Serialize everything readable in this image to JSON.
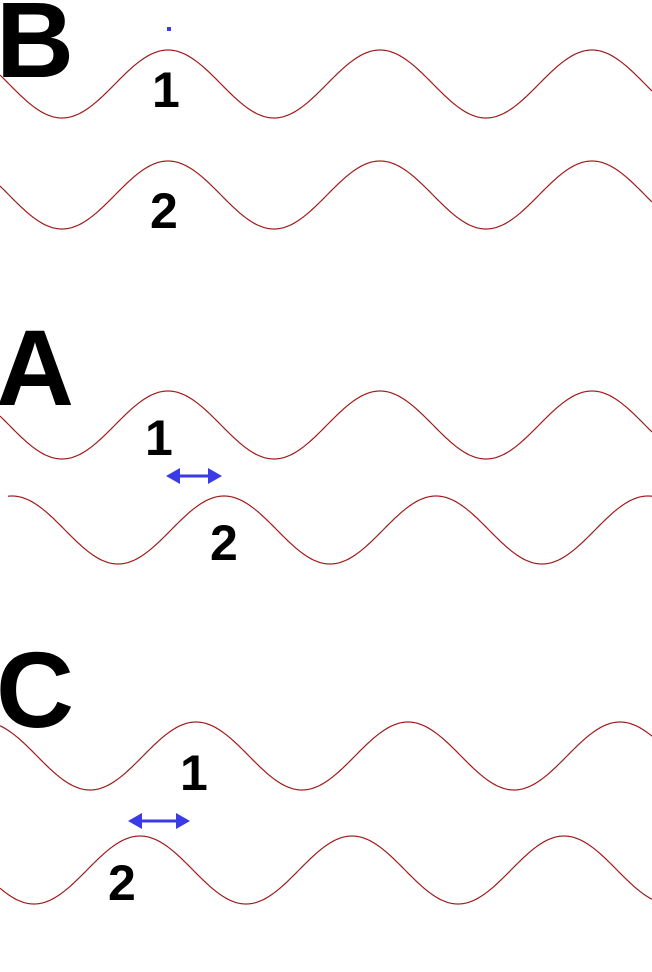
{
  "colors": {
    "wave": "#a01a1a",
    "arrow": "#3a3ae6",
    "text": "#000000"
  },
  "panels": [
    {
      "letter": "B",
      "waves": [
        {
          "label": "1"
        },
        {
          "label": "2"
        }
      ]
    },
    {
      "letter": "A",
      "waves": [
        {
          "label": "1"
        },
        {
          "label": "2"
        }
      ]
    },
    {
      "letter": "C",
      "waves": [
        {
          "label": "1"
        },
        {
          "label": "2"
        }
      ]
    }
  ]
}
